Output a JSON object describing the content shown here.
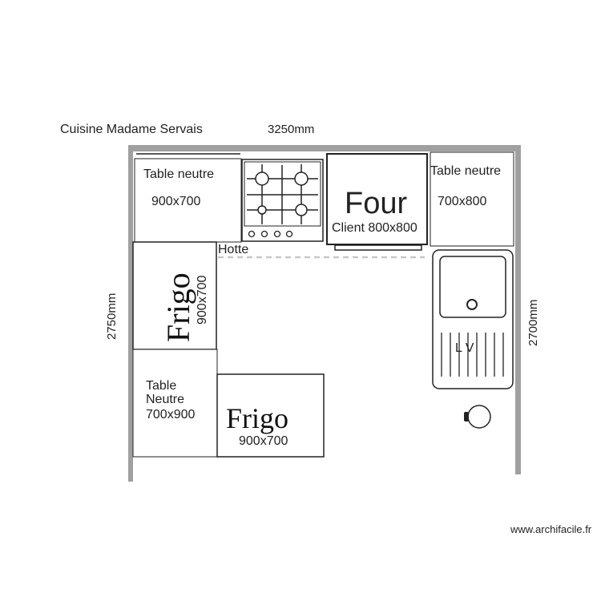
{
  "plan": {
    "title": "Cuisine Madame Servais",
    "dimensions": {
      "top": "3250mm",
      "left": "2750mm",
      "right": "2700mm"
    },
    "items": {
      "table_top_left": {
        "label": "Table neutre",
        "size": "900x700"
      },
      "hob": {
        "icon": "gas-hob-icon"
      },
      "oven": {
        "label": "Four",
        "sub": "Client 800x800"
      },
      "table_top_right": {
        "label": "Table neutre",
        "size": "700x800"
      },
      "hood": {
        "label": "Hotte"
      },
      "fridge_left": {
        "label": "Frigo",
        "size": "900x700"
      },
      "table_bottom_left": {
        "line1": "Table",
        "line2": "Neutre",
        "size": "700x900"
      },
      "fridge_bottom": {
        "label": "Frigo",
        "size": "900x700"
      },
      "sink": {
        "label": "L V",
        "icon": "sink-icon"
      },
      "tap": {
        "icon": "tap-icon"
      }
    },
    "watermark": "www.archifacile.fr",
    "colors": {
      "wall": "#a0a0a0",
      "stroke": "#222222",
      "dashed": "#c8c8c8"
    }
  }
}
